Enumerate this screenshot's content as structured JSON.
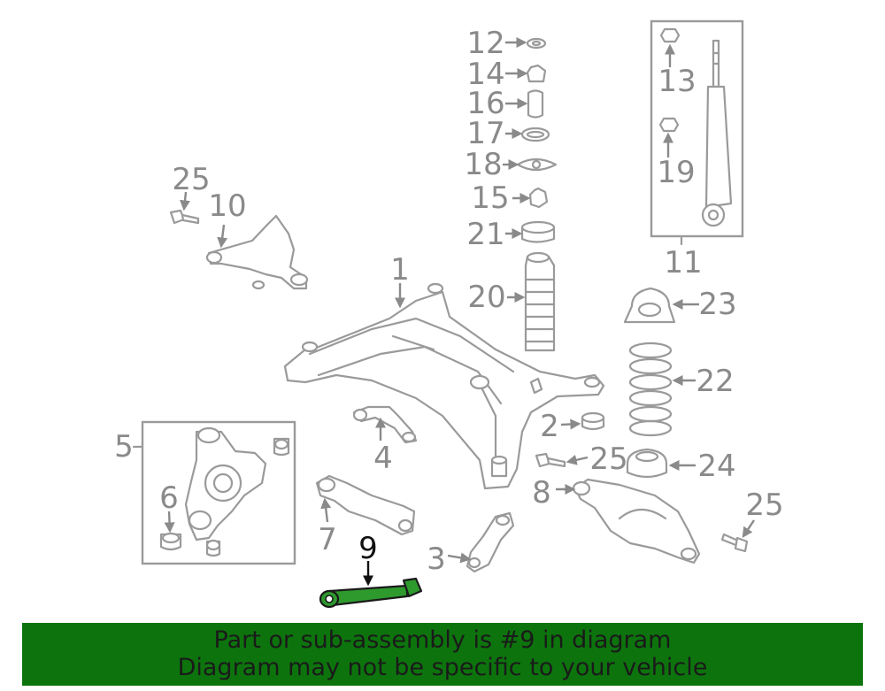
{
  "colors": {
    "banner_background": "#0d740d",
    "banner_text": "#1a1a1a",
    "highlight_part": "#2e9a2e",
    "line_art": "#9a9a9a",
    "label_text": "#8a8a8a",
    "highlight_label": "#111111"
  },
  "highlighted_part": "9",
  "callouts": {
    "p1": "1",
    "p2": "2",
    "p3": "3",
    "p4": "4",
    "p5": "5",
    "p6": "6",
    "p7": "7",
    "p8": "8",
    "p9": "9",
    "p10": "10",
    "p11": "11",
    "p12": "12",
    "p13": "13",
    "p14": "14",
    "p15": "15",
    "p16": "16",
    "p17": "17",
    "p18": "18",
    "p19": "19",
    "p20": "20",
    "p21": "21",
    "p22": "22",
    "p23": "23",
    "p24": "24",
    "p25a": "25",
    "p25b": "25",
    "p25c": "25"
  },
  "banner": {
    "line1": "Part or sub-assembly is #9 in diagram",
    "line2": "Diagram may not be specific to your vehicle"
  }
}
